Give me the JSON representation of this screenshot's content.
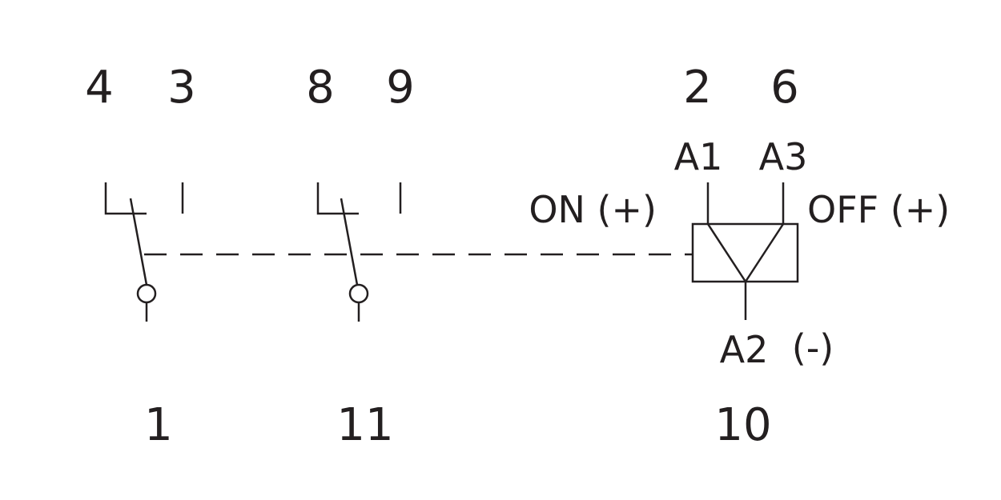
{
  "terminals": {
    "t4": "4",
    "t3": "3",
    "t8": "8",
    "t9": "9",
    "t2": "2",
    "t6": "6",
    "t1": "1",
    "t11": "11",
    "t10": "10"
  },
  "coil": {
    "a1": "A1",
    "a3": "A3",
    "a2": "A2",
    "on_label": "ON (+)",
    "off_label": "OFF (+)",
    "minus_label": "(-)"
  },
  "colors": {
    "line": "#231f20",
    "background": "#ffffff"
  }
}
